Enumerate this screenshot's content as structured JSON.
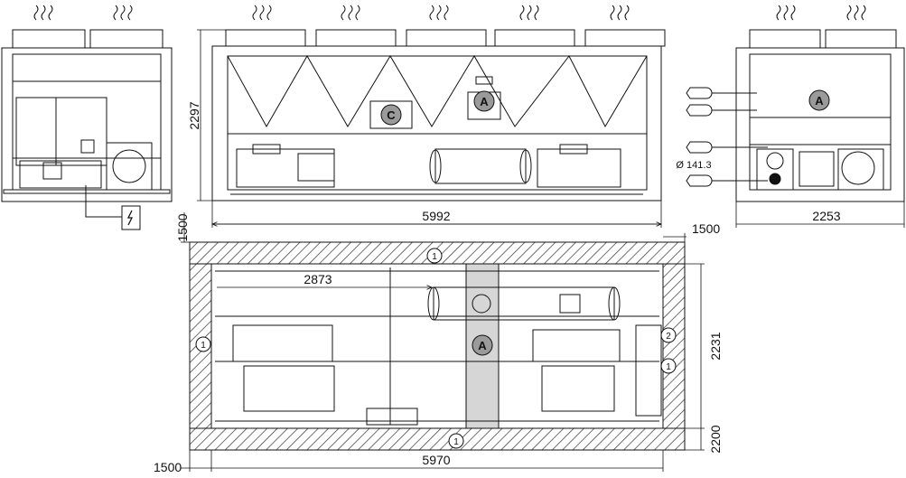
{
  "diagram": {
    "dimensions": {
      "side_height": "2297",
      "front_length": "5992",
      "side_depth": "2253",
      "plan_length": "5970",
      "clear_top": "1500",
      "clear_right": "1500",
      "clear_left_bottom": "1500",
      "plan_depth": "2231",
      "clear_bottom_right": "2200",
      "ref_2873": "2873",
      "pipe_diameter": "Ø 141.3"
    },
    "callouts": {
      "A": "A",
      "C": "C",
      "one": "1",
      "two": "2"
    },
    "colors": {
      "line": "#111111",
      "callout_fill": "#9a9a9a",
      "service_zone": "#d6d6d6"
    }
  }
}
